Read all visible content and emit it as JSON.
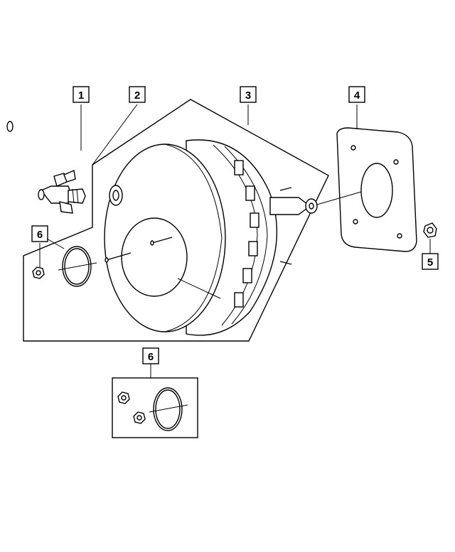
{
  "callouts": [
    {
      "id": "c1",
      "text": "1"
    },
    {
      "id": "c2",
      "text": "2"
    },
    {
      "id": "c3",
      "text": "3"
    },
    {
      "id": "c4",
      "text": "4"
    },
    {
      "id": "c5",
      "text": "5"
    },
    {
      "id": "c6a",
      "text": "6"
    },
    {
      "id": "c6b",
      "text": "6"
    }
  ]
}
